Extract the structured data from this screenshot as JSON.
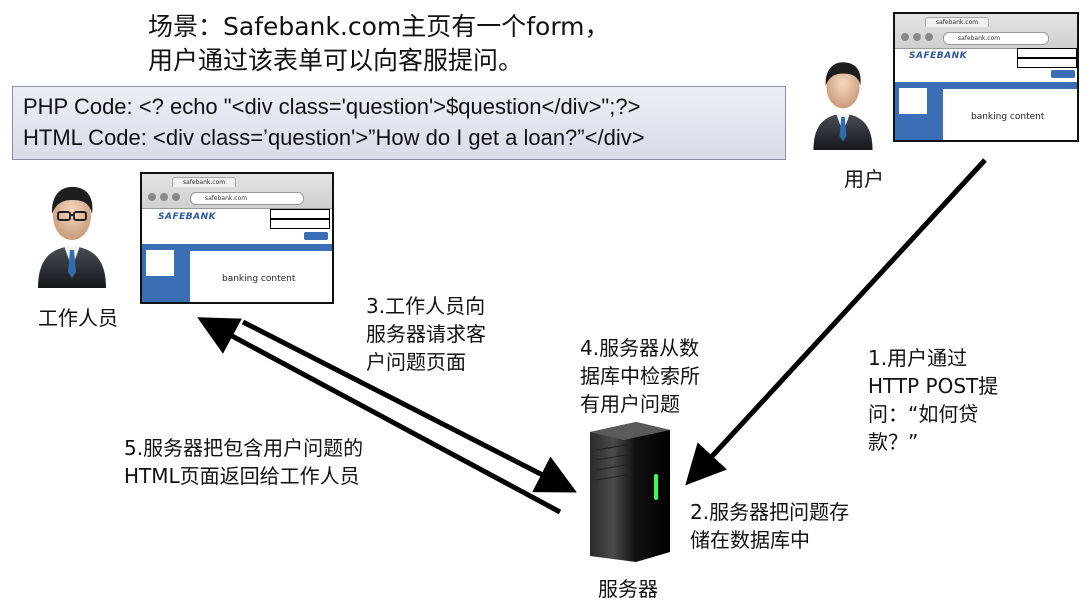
{
  "title": {
    "line1": "场景：Safebank.com主页有一个form，",
    "line2": "用户通过该表单可以向客服提问。"
  },
  "code": {
    "php": "PHP Code: <? echo \"<div class='question'>$question</div>\";?>",
    "html": "HTML Code: <div class=’question'>”How do I get a loan?”</div>"
  },
  "browser": {
    "tab_text": "safebank.com",
    "url_text": "safebank.com",
    "logo": "SAFEBANK",
    "content": "banking content"
  },
  "actors": {
    "user": "用户",
    "staff": "工作人员",
    "server": "服务器"
  },
  "steps": {
    "s1": [
      "1.用户通过",
      "HTTP POST提",
      "问：“如何贷",
      "款？”"
    ],
    "s2": [
      "2.服务器把问题存",
      "储在数据库中"
    ],
    "s3": [
      "3.工作人员向",
      "服务器请求客",
      "户问题页面"
    ],
    "s4": [
      "4.服务器从数",
      "据库中检索所",
      "有用户问题"
    ],
    "s5": [
      "5.服务器把包含用户问题的",
      "HTML页面返回给工作人员"
    ]
  },
  "colors": {
    "accent_blue": "#3b6fb5",
    "server_led": "#39ff5a"
  },
  "icons": [
    "person-icon",
    "server-icon",
    "browser-window"
  ]
}
